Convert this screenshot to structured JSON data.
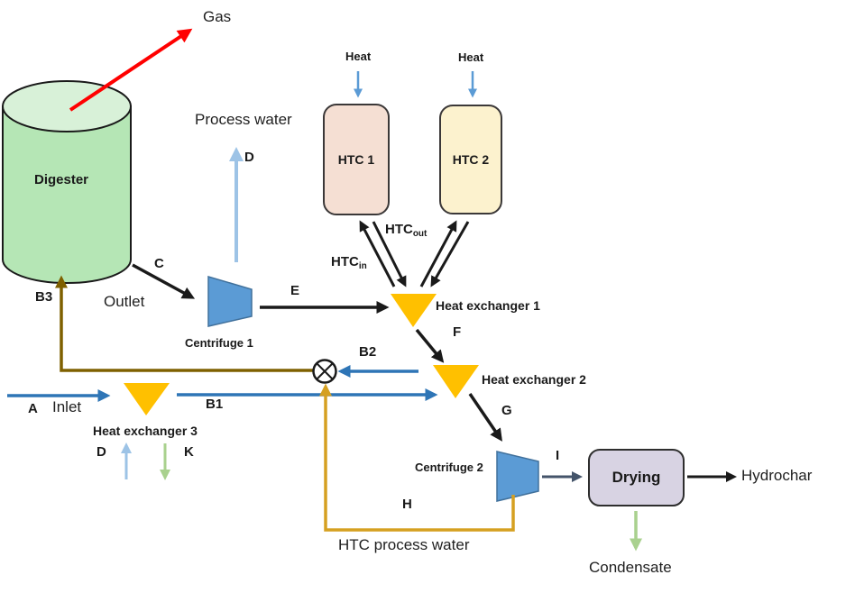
{
  "diagram": {
    "nodes": {
      "digester": "Digester",
      "htc1": "HTC 1",
      "htc2": "HTC 2",
      "heat_exchanger_1": "Heat exchanger 1",
      "heat_exchanger_2": "Heat exchanger 2",
      "heat_exchanger_3": "Heat exchanger 3",
      "centrifuge_1": "Centrifuge 1",
      "centrifuge_2": "Centrifuge 2",
      "drying": "Drying"
    },
    "flows": {
      "gas": "Gas",
      "process_water": "Process water",
      "outlet": "Outlet",
      "inlet": "Inlet",
      "heat_htc1": "Heat",
      "heat_htc2": "Heat",
      "htc_process_water": "HTC process water",
      "hydrochar": "Hydrochar",
      "condensate": "Condensate",
      "htc_in": {
        "base": "HTC",
        "sub": "in"
      },
      "htc_out": {
        "base": "HTC",
        "sub": "out"
      }
    },
    "stream_ids": {
      "a": "A",
      "b1": "B1",
      "b2": "B2",
      "b3": "B3",
      "c": "C",
      "d_process_water": "D",
      "d_heat_exchanger_3": "D",
      "e": "E",
      "f": "F",
      "g": "G",
      "h": "H",
      "i": "I",
      "k": "K"
    },
    "colors": {
      "digester": "#B5E6B5",
      "digester_top": "#D8F1D8",
      "htc1": "#F5DFD3",
      "htc2": "#FCF2CE",
      "exchanger": "#FFC000",
      "centrifuge": "#5B9BD5",
      "centrifuge_border": "#41719C",
      "drying": "#D8D3E3",
      "stream_blue": "#2E75B6",
      "light_blue": "#9DC3E6",
      "heat_blue": "#5B9BD5",
      "soft_green": "#A9D18E",
      "gas_red": "#FF0000",
      "olive": "#7F6000",
      "gold": "#D5A021",
      "slate": "#44546A",
      "ink": "#1A1A1A"
    }
  }
}
